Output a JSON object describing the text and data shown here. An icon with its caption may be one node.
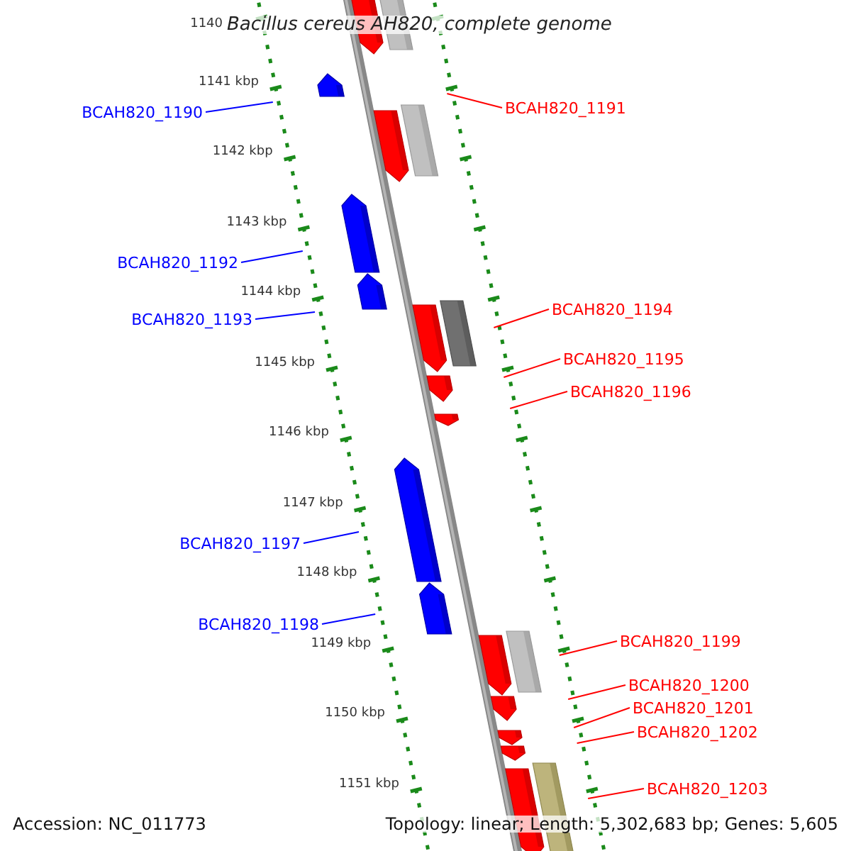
{
  "diagram": {
    "title": "Bacillus cereus AH820, complete genome",
    "nodes": [
      {
        "text": [
          "BCAH820_1190"
        ]
      },
      {
        "text": [
          "BCAH820_1191"
        ]
      },
      {
        "text": [
          "BCAH820_1192"
        ]
      },
      {
        "text": [
          "BCAH820_1193"
        ]
      },
      {
        "text": [
          "BCAH820_1194"
        ]
      },
      {
        "text": [
          "BCAH820_1195"
        ]
      },
      {
        "text": [
          "BCAH820_1196"
        ]
      },
      {
        "text": [
          "BCAH820_1197"
        ]
      },
      {
        "text": [
          "BCAH820_1198"
        ]
      },
      {
        "text": [
          "BCAH820_1199"
        ]
      },
      {
        "text": [
          "BCAH820_1200"
        ]
      },
      {
        "text": [
          "BCAH820_1201"
        ]
      },
      {
        "text": [
          "BCAH820_1202"
        ]
      },
      {
        "text": [
          "BCAH820_1203"
        ]
      }
    ],
    "edges": [
      {
        "from": 0,
        "to": null,
        "arrow": "none",
        "color": "#0000ff"
      },
      {
        "from": 1,
        "to": null,
        "arrow": "none"
      },
      {
        "from": 2,
        "to": null,
        "arrow": "none",
        "color": "#0000ff"
      },
      {
        "from": 3,
        "to": null,
        "arrow": "none",
        "color": "#0000ff"
      },
      {
        "from": 4,
        "to": null,
        "arrow": "none"
      },
      {
        "from": 5,
        "to": null,
        "arrow": "none"
      },
      {
        "from": 6,
        "to": null,
        "arrow": "none"
      },
      {
        "from": 7,
        "to": null,
        "arrow": "none",
        "color": "#0000ff"
      },
      {
        "from": 8,
        "to": null,
        "arrow": "none",
        "color": "#0000ff"
      },
      {
        "from": 9,
        "to": null,
        "arrow": "none"
      },
      {
        "from": 10,
        "to": null,
        "arrow": "none"
      },
      {
        "from": 11,
        "to": null,
        "arrow": "none"
      },
      {
        "from": 12,
        "to": null,
        "arrow": "none"
      },
      {
        "from": 13,
        "to": null,
        "arrow": "none"
      }
    ],
    "labels": [
      "1140",
      "1141 kbp",
      "1142 kbp",
      "1143 kbp",
      "1144 kbp",
      "1145 kbp",
      "1146 kbp",
      "1147 kbp",
      "1148 kbp",
      "1149 kbp",
      "1150 kbp",
      "1151 kbp",
      "Accession: NC_011773",
      "Topology: linear; Length: 5,302,683 bp; Genes: 5,605"
    ]
  }
}
